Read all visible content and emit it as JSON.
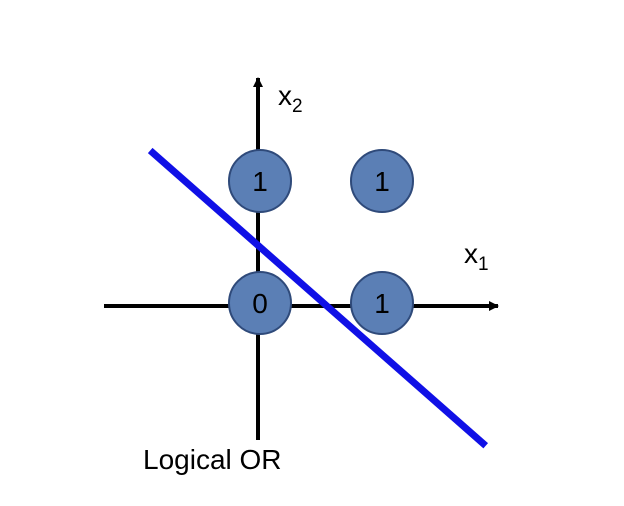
{
  "axes": {
    "x": {
      "base": "x",
      "sub": "1"
    },
    "y": {
      "base": "x",
      "sub": "2"
    }
  },
  "points": [
    {
      "x1": 0,
      "x2": 1,
      "label": "1"
    },
    {
      "x1": 1,
      "x2": 1,
      "label": "1"
    },
    {
      "x1": 0,
      "x2": 0,
      "label": "0"
    },
    {
      "x1": 1,
      "x2": 0,
      "label": "1"
    }
  ],
  "decision_boundary": {
    "from": [
      -0.9,
      1.25
    ],
    "to": [
      1.85,
      -1.17
    ]
  },
  "caption": "Logical OR",
  "colors": {
    "point_fill": "#5b7fb5",
    "point_stroke": "#2f4a7a",
    "boundary": "#1010e6",
    "axis": "#000000"
  }
}
